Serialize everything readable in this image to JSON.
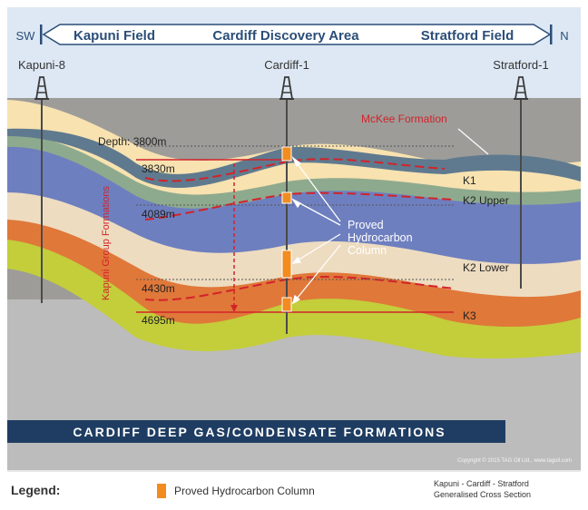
{
  "header": {
    "left_dir": "SW",
    "right_dir": "N",
    "left_field": "Kapuni Field",
    "center_area": "Cardiff Discovery Area",
    "right_field": "Stratford Field"
  },
  "wells": [
    {
      "name": "Kapuni-8"
    },
    {
      "name": "Cardiff-1"
    },
    {
      "name": "Stratford-1"
    }
  ],
  "depths": {
    "d3800": "Depth: 3800m",
    "d3830": "3830m",
    "d4089": "4089m",
    "d4430": "4430m",
    "d4695": "4695m"
  },
  "formations": {
    "mckee": "McKee Formation",
    "k1": "K1",
    "k2_upper": "K2 Upper",
    "k2_lower": "K2 Lower",
    "k3": "K3",
    "group": "Kapuni Group Formations"
  },
  "callout": {
    "line1": "Proved",
    "line2": "Hydrocarbon",
    "line3": "Column"
  },
  "banner": "CARDIFF DEEP GAS/CONDENSATE FORMATIONS",
  "copyright": "Copyright © 2015 TAG Oil Ltd., www.tagoil.com",
  "legend": {
    "title": "Legend:",
    "item": "Proved Hydrocarbon Column",
    "caption_line1": "Kapuni - Cardiff - Stratford",
    "caption_line2": "Generalised Cross Section"
  },
  "colors": {
    "sky": "#dde8f4",
    "header_bar": "#315a8a",
    "header_text": "#2b4e78",
    "ground": "#9d9c99",
    "mckee_band": "#5f7a8f",
    "k1": "#f7e2b0",
    "k2_upper": "#8eaa8e",
    "k2_mid": "#6e7fbf",
    "k2_lower": "#eddcc0",
    "k3": "#e0783a",
    "basement": "#c3ce3a",
    "deep": "#b9b9b9",
    "banner_bg": "#1f3d62",
    "hydrocarbon": "#f28c1f",
    "red": "#d2232a"
  }
}
